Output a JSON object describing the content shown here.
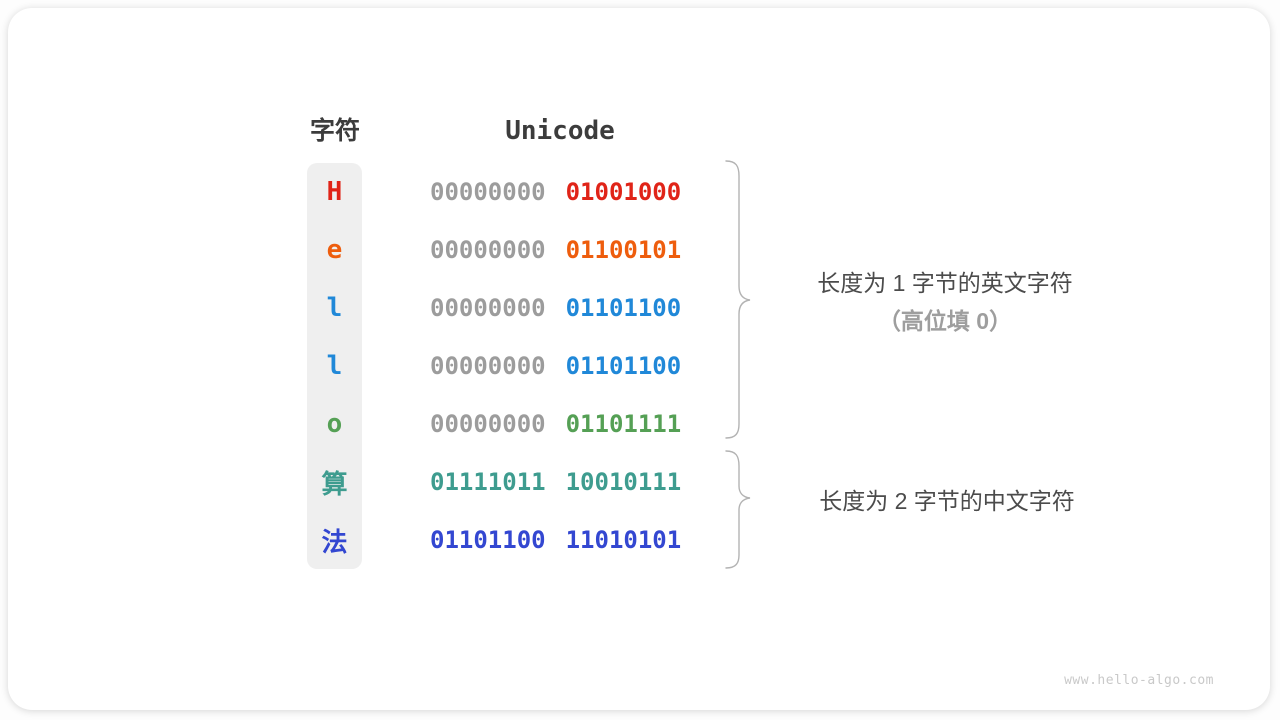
{
  "palette": {
    "row_gray": "#9c9c9c",
    "char_col_bg": "#efefef",
    "brace": "#b3b3b3",
    "header_text": "#3c3c3c",
    "annotation_text": "#4b4b4b",
    "annotation_muted": "#9e9e9e",
    "watermark_text": "#c9c9c9",
    "red": "#e02418",
    "orange": "#ee5d0d",
    "blue": "#2088d8",
    "green": "#55a055",
    "teal": "#3e9c8f",
    "indigo": "#3347d1"
  },
  "table": {
    "char_header": "字符",
    "unicode_header": "Unicode",
    "rows": [
      {
        "char": "H",
        "color": "#e02418",
        "high_byte": "00000000",
        "high_gray": true,
        "low_byte": "01001000"
      },
      {
        "char": "e",
        "color": "#ee5d0d",
        "high_byte": "00000000",
        "high_gray": true,
        "low_byte": "01100101"
      },
      {
        "char": "l",
        "color": "#2088d8",
        "high_byte": "00000000",
        "high_gray": true,
        "low_byte": "01101100"
      },
      {
        "char": "l",
        "color": "#2088d8",
        "high_byte": "00000000",
        "high_gray": true,
        "low_byte": "01101100"
      },
      {
        "char": "o",
        "color": "#55a055",
        "high_byte": "00000000",
        "high_gray": true,
        "low_byte": "01101111"
      },
      {
        "char": "算",
        "color": "#3e9c8f",
        "high_byte": "01111011",
        "high_gray": false,
        "low_byte": "10010111"
      },
      {
        "char": "法",
        "color": "#3347d1",
        "high_byte": "01101100",
        "high_gray": false,
        "low_byte": "11010101"
      }
    ]
  },
  "annotations": [
    {
      "line1": "长度为 1 字节的英文字符",
      "line2": "（高位填 0）"
    },
    {
      "line1": "长度为 2 字节的中文字符",
      "line2": ""
    }
  ],
  "watermark": "www.hello-algo.com"
}
